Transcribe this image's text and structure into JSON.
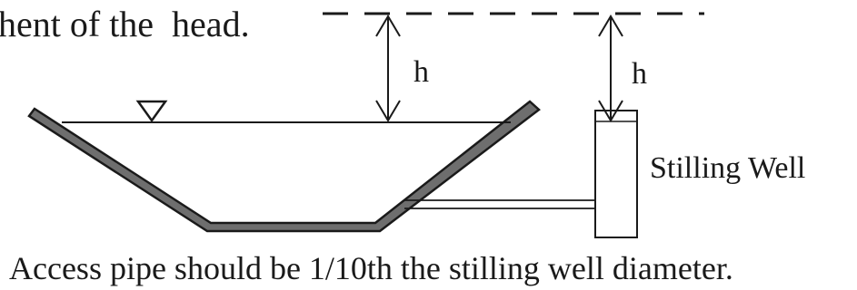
{
  "heading_fragment": "hent of the  head.",
  "labels": {
    "head_left": "h",
    "head_right": "h",
    "stilling_well": "Stilling Well"
  },
  "caption": "Access pipe should be 1/10th the stilling well diameter.",
  "colors": {
    "ink": "#1a1a1a",
    "channel_lining": "#6e6e6e",
    "background": "#ffffff"
  }
}
